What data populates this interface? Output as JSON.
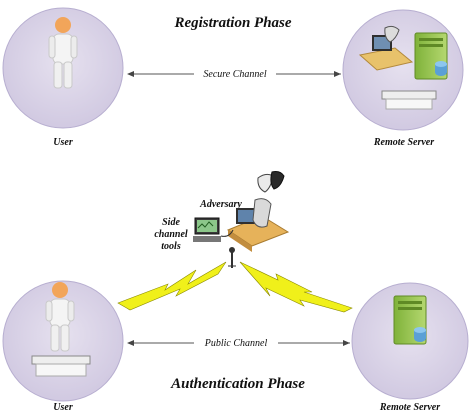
{
  "registration": {
    "title": "Registration Phase",
    "channel": "Secure Channel",
    "user_label": "User",
    "server_label": "Remote Server"
  },
  "authentication": {
    "title": "Authentication Phase",
    "channel": "Public Channel",
    "user_label": "User",
    "server_label": "Remote Server"
  },
  "adversary": {
    "label": "Adversary",
    "tools_label_lines": [
      "Side",
      "channel",
      "tools"
    ]
  },
  "colors": {
    "circle_fill": "#d9d3e6",
    "circle_stroke": "#b7aed0",
    "person": "#f2f2f2",
    "person_head": "#f2a55a",
    "server_green": "#8fbf4a",
    "lightning": "#f0f01a",
    "arrow": "#555555"
  }
}
